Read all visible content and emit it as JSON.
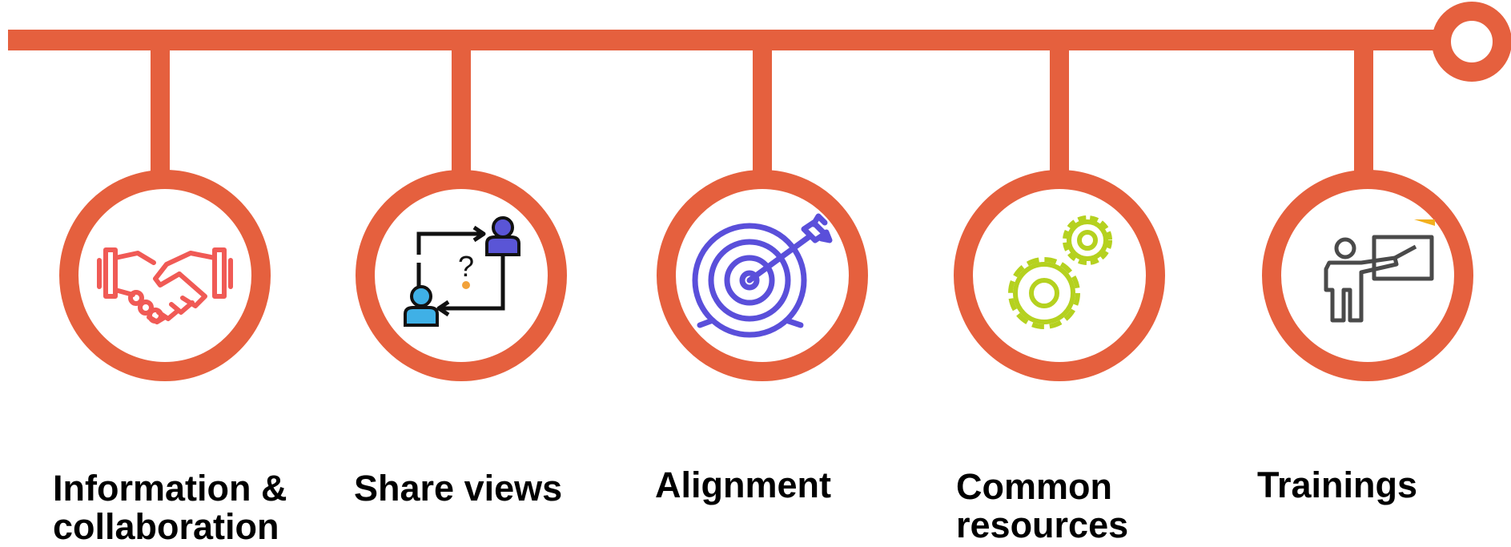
{
  "colors": {
    "line": "#E5603E",
    "handshake": "#F05A55",
    "people_dark": "#5A55D6",
    "people_light": "#3FB0E6",
    "target": "#5A4FDA",
    "gears": "#B5D11F",
    "presenter": "#4A4A4A",
    "text": "#000000"
  },
  "steps": [
    {
      "icon": "handshake-icon",
      "label_line1": "Information &",
      "label_line2": "collaboration"
    },
    {
      "icon": "share-views-icon",
      "label_line1": "Share views",
      "label_line2": "",
      "question_mark": "?"
    },
    {
      "icon": "target-icon",
      "label_line1": "Alignment",
      "label_line2": ""
    },
    {
      "icon": "gears-icon",
      "label_line1": "Common",
      "label_line2": "resources"
    },
    {
      "icon": "presenter-icon",
      "label_line1": "Trainings",
      "label_line2": ""
    }
  ]
}
